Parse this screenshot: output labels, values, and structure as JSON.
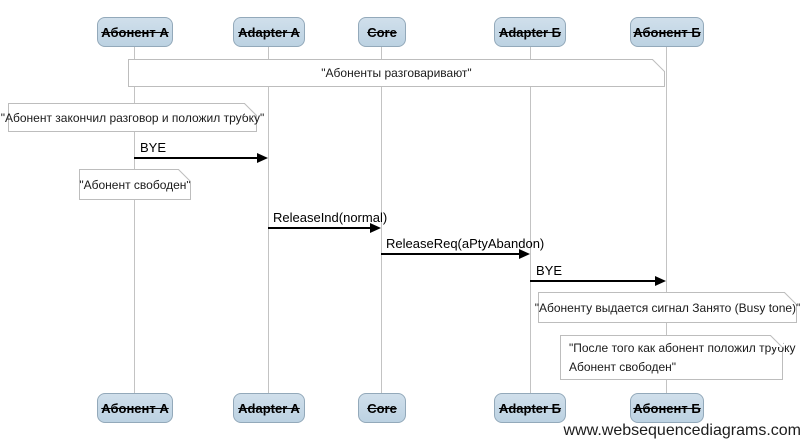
{
  "participants": [
    {
      "label": "Абонент А"
    },
    {
      "label": "Adapter A"
    },
    {
      "label": "Core"
    },
    {
      "label": "Adapter Б"
    },
    {
      "label": "Абонент Б"
    }
  ],
  "over_note": {
    "text": "\"Абоненты разговаривают\""
  },
  "notes": [
    {
      "text": "\"Абонент закончил разговор и положил трубку\""
    },
    {
      "text": "\"Абонент свободен\""
    },
    {
      "text": "\"Абоненту выдается сигнал Занято (Busy tone)\""
    },
    {
      "lines": [
        "\"После того как абонент положил трубку",
        "Абонент свободен\""
      ]
    }
  ],
  "messages": [
    {
      "label": "BYE"
    },
    {
      "label": "ReleaseInd(normal)"
    },
    {
      "label": "ReleaseReq(aPtyAbandon)"
    },
    {
      "label": "BYE"
    }
  ],
  "watermark": "www.websequencediagrams.com",
  "colors": {
    "actor_fill": "#c5d8e7",
    "actor_border": "#93a9ba",
    "note_border": "#bdbdbd",
    "lifeline": "#c3c3c3",
    "message": "#000000"
  }
}
